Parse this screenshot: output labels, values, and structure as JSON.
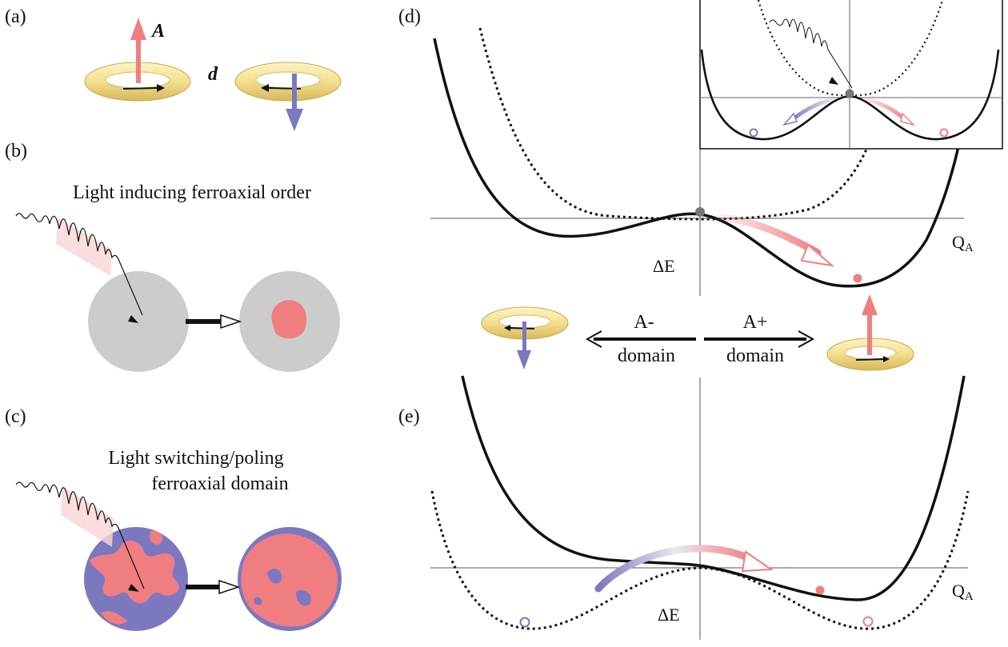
{
  "panels": {
    "a": "(a)",
    "b": "(b)",
    "c": "(c)",
    "d": "(d)",
    "e": "(e)"
  },
  "labels": {
    "vector_A": "A",
    "vector_d": "d",
    "caption_b": "Light inducing ferroaxial order",
    "caption_c_line1": "Light switching/poling",
    "caption_c_line2": "ferroaxial domain",
    "axis_x": "Q",
    "axis_x_sub": "A",
    "axis_y": "ΔE",
    "domain_minus_top": "A-",
    "domain_minus_bottom": "domain",
    "domain_plus_top": "A+",
    "domain_plus_bottom": "domain"
  },
  "colors": {
    "pink": "#f07e80",
    "blue": "#7c78c0",
    "gray": "#cccccc",
    "torus": "#f3df8e",
    "curve": "#000000"
  }
}
